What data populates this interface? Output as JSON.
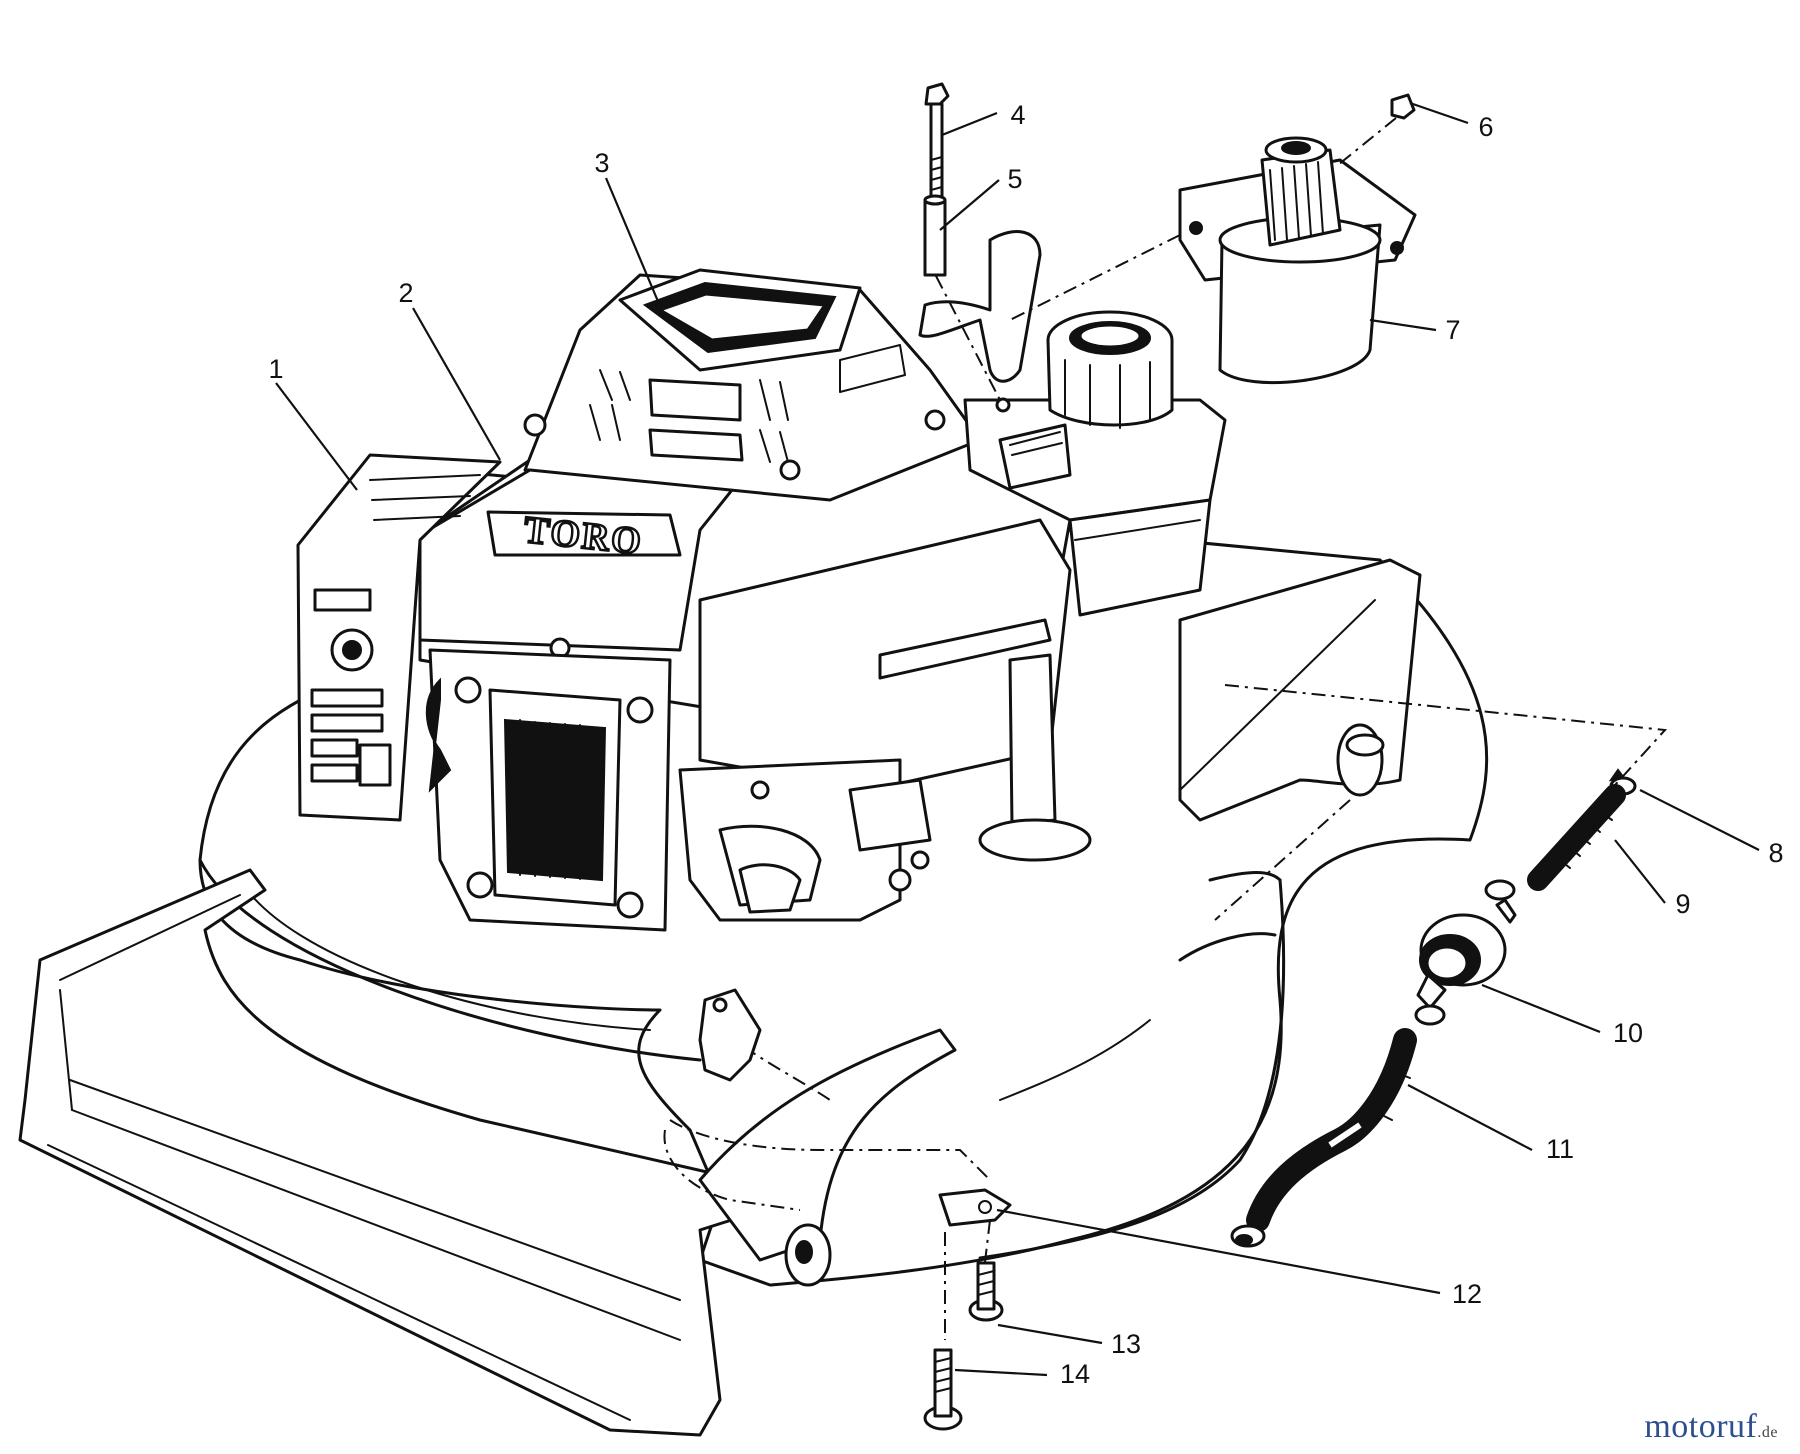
{
  "callouts": [
    {
      "id": "1",
      "label": "1"
    },
    {
      "id": "2",
      "label": "2"
    },
    {
      "id": "3",
      "label": "3"
    },
    {
      "id": "4",
      "label": "4"
    },
    {
      "id": "5",
      "label": "5"
    },
    {
      "id": "6",
      "label": "6"
    },
    {
      "id": "7",
      "label": "7"
    },
    {
      "id": "8",
      "label": "8"
    },
    {
      "id": "9",
      "label": "9"
    },
    {
      "id": "10",
      "label": "10"
    },
    {
      "id": "11",
      "label": "11"
    },
    {
      "id": "12",
      "label": "12"
    },
    {
      "id": "13",
      "label": "13"
    },
    {
      "id": "14",
      "label": "14"
    }
  ],
  "brand_plate": "TORO",
  "watermark": {
    "name": "motoruf",
    "suffix": ".de"
  },
  "colors": {
    "ink": "#111111",
    "watermark": "#2b4f8f"
  }
}
